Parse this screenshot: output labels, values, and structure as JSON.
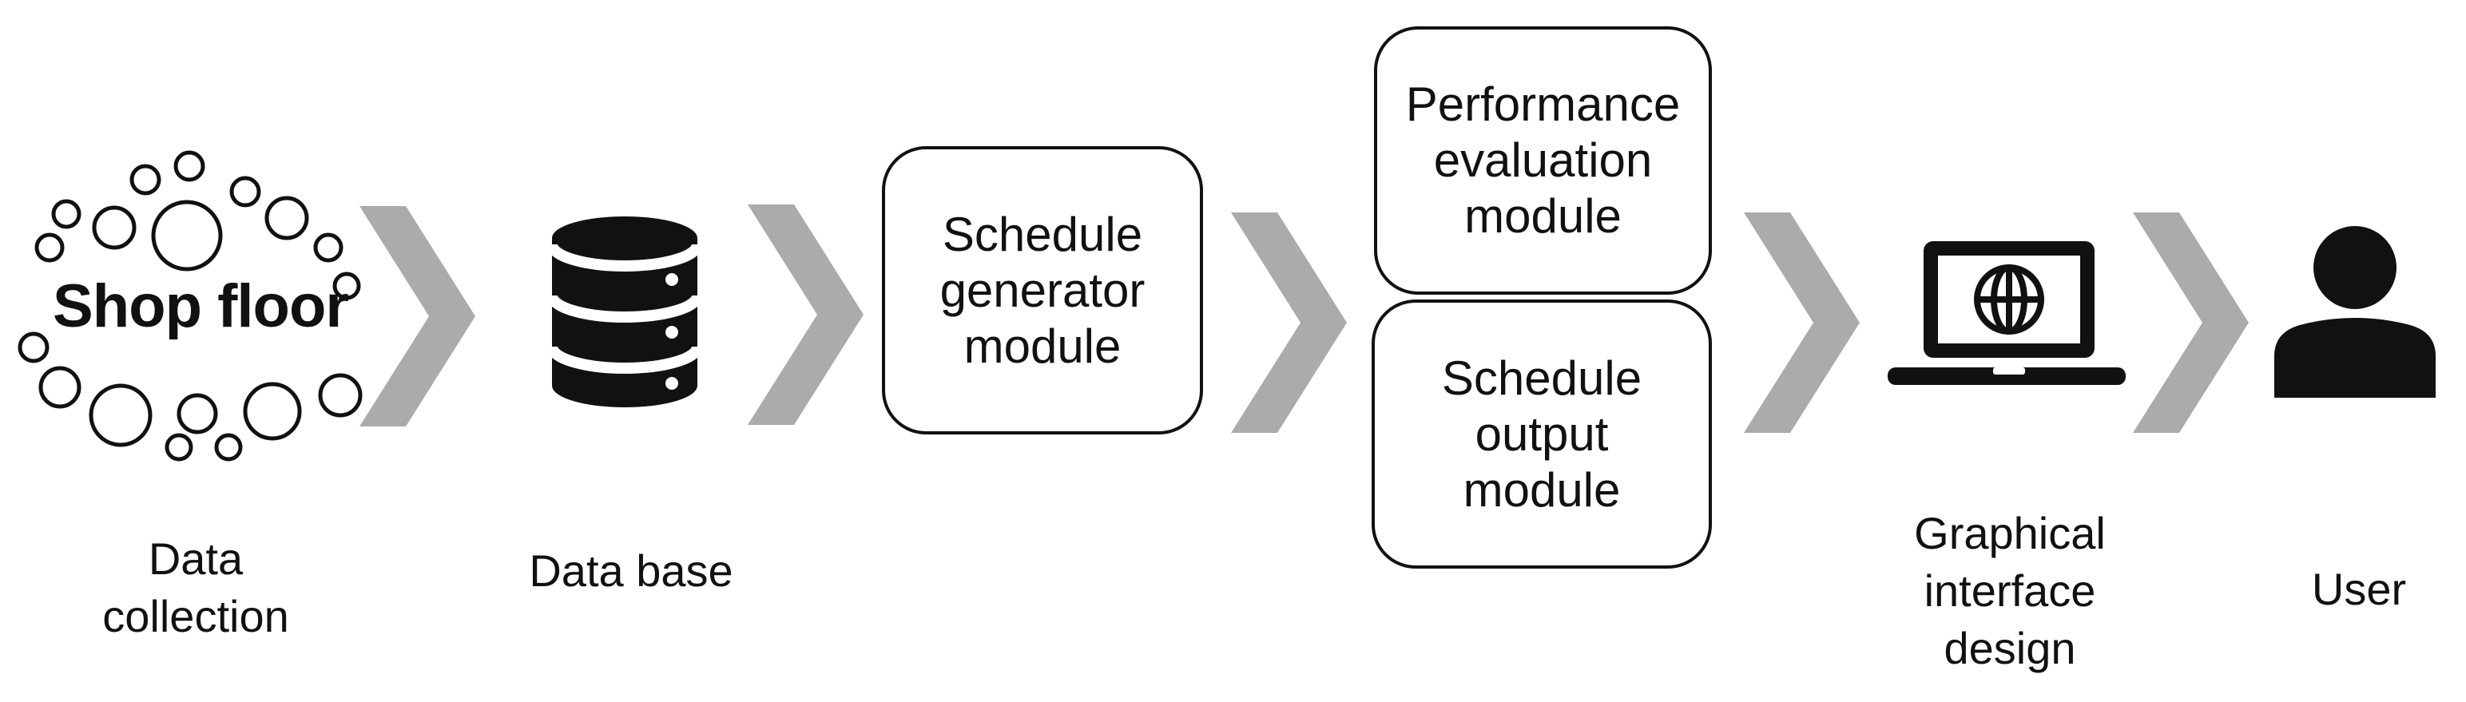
{
  "diagram": {
    "direction": "left-to-right",
    "arrow_count": 5
  },
  "stages": [
    {
      "name": "shop-floor",
      "icon": "bubble-cloud-icon",
      "icon_text": "Shop floor",
      "label": "Data collection"
    },
    {
      "name": "database",
      "icon": "database-icon",
      "label": "Data base"
    },
    {
      "name": "schedule-generator-module",
      "box_text": "Schedule generator module"
    },
    {
      "name": "modules-stack",
      "boxes": [
        {
          "text": "Performance evaluation module"
        },
        {
          "text": "Schedule output module"
        }
      ]
    },
    {
      "name": "graphical-interface",
      "icon": "laptop-globe-icon",
      "label": "Graphical interface design"
    },
    {
      "name": "user",
      "icon": "person-icon",
      "label": "User"
    }
  ],
  "colors": {
    "arrow": "#ababab",
    "ink": "#111111",
    "background": "#ffffff",
    "box_fill": "#ffffff"
  }
}
